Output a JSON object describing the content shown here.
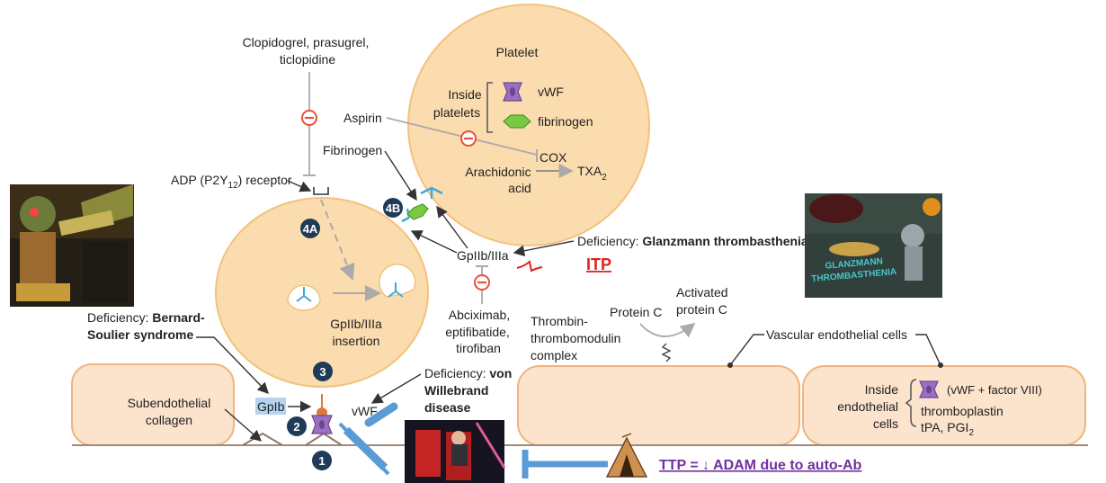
{
  "platelet": {
    "title": "Platelet",
    "inside_line1": "Inside",
    "inside_line2": "platelets",
    "vwf": "vWF",
    "fibrinogen": "fibrinogen",
    "cox": "COX",
    "arachidonic_line1": "Arachidonic",
    "arachidonic_line2": "acid",
    "txa2": "TXA",
    "txa2_sub": "2"
  },
  "drugs": {
    "clopidogrel_line1": "Clopidogrel, prasugrel,",
    "clopidogrel_line2": "ticlopidine",
    "aspirin": "Aspirin",
    "abcix_line1": "Abciximab,",
    "abcix_line2": "eptifibatide,",
    "abcix_line3": "tirofiban"
  },
  "receptors": {
    "adp_pre": "ADP (P2Y",
    "adp_sub": "12",
    "adp_post": ") receptor",
    "fibrinogen": "Fibrinogen",
    "gp2b3a": "GpIIb/IIIa",
    "insertion_line1": "GpIIb/IIIa",
    "insertion_line2": "insertion",
    "gp1b": "GpIb",
    "vwf": "vWF"
  },
  "steps": {
    "s4a": "4A",
    "s4b": "4B",
    "s3": "3",
    "s2": "2",
    "s1": "1"
  },
  "deficiencies": {
    "glanzmann_prefix": "Deficiency: ",
    "glanzmann_name": "Glanzmann thrombasthenia",
    "bernard_line1_prefix": "Deficiency: ",
    "bernard_line1_name": "Bernard-",
    "bernard_line2": "Soulier syndrome",
    "vwd_line1_prefix": "Deficiency: ",
    "vwd_line1_name": "von",
    "vwd_line2": "Willebrand",
    "vwd_line3": "disease"
  },
  "annotations": {
    "itp": "ITP",
    "ttp": "TTP = ↓ ADAM due to auto-Ab",
    "itp_color": "#e02020",
    "ttp_color": "#7030a0"
  },
  "endothelium": {
    "subendo_line1": "Subendothelial",
    "subendo_line2": "collagen",
    "thrombin_line1": "Thrombin-",
    "thrombin_line2": "thrombomodulin",
    "thrombin_line3": "complex",
    "protein_c": "Protein C",
    "activated_line1": "Activated",
    "activated_line2": "protein C",
    "vascular": "Vascular endothelial cells",
    "inside_line1": "Inside",
    "inside_line2": "endothelial",
    "inside_line3": "cells",
    "content_line1": "(vWF + factor VIII)",
    "content_line2": "thromboplastin",
    "content_line3_pre": "tPA, PGI",
    "content_line3_sub": "2"
  },
  "images": {
    "left_poster": "left-poster-image",
    "glanzmann_poster": "glanzmann-thrombasthenia-poster",
    "glanzmann_poster_text1": "GLANZMANN",
    "glanzmann_poster_text2": "THROMBASTHENIA",
    "chair_photo": "chair-photo",
    "teepee": "teepee-icon"
  },
  "colors": {
    "cell_fill": "#fbdcae",
    "cell_stroke": "#f3c27e",
    "endo_fill": "#fbe3cc",
    "endo_stroke": "#f1b47d",
    "inhibit_red": "#e8503a",
    "step_dark": "#1f3b57",
    "receptor_blue": "#41a6d6",
    "vwf_purple": "#9b6fc1",
    "fib_green": "#7ac943",
    "blade_blue": "#5b9bd5"
  }
}
